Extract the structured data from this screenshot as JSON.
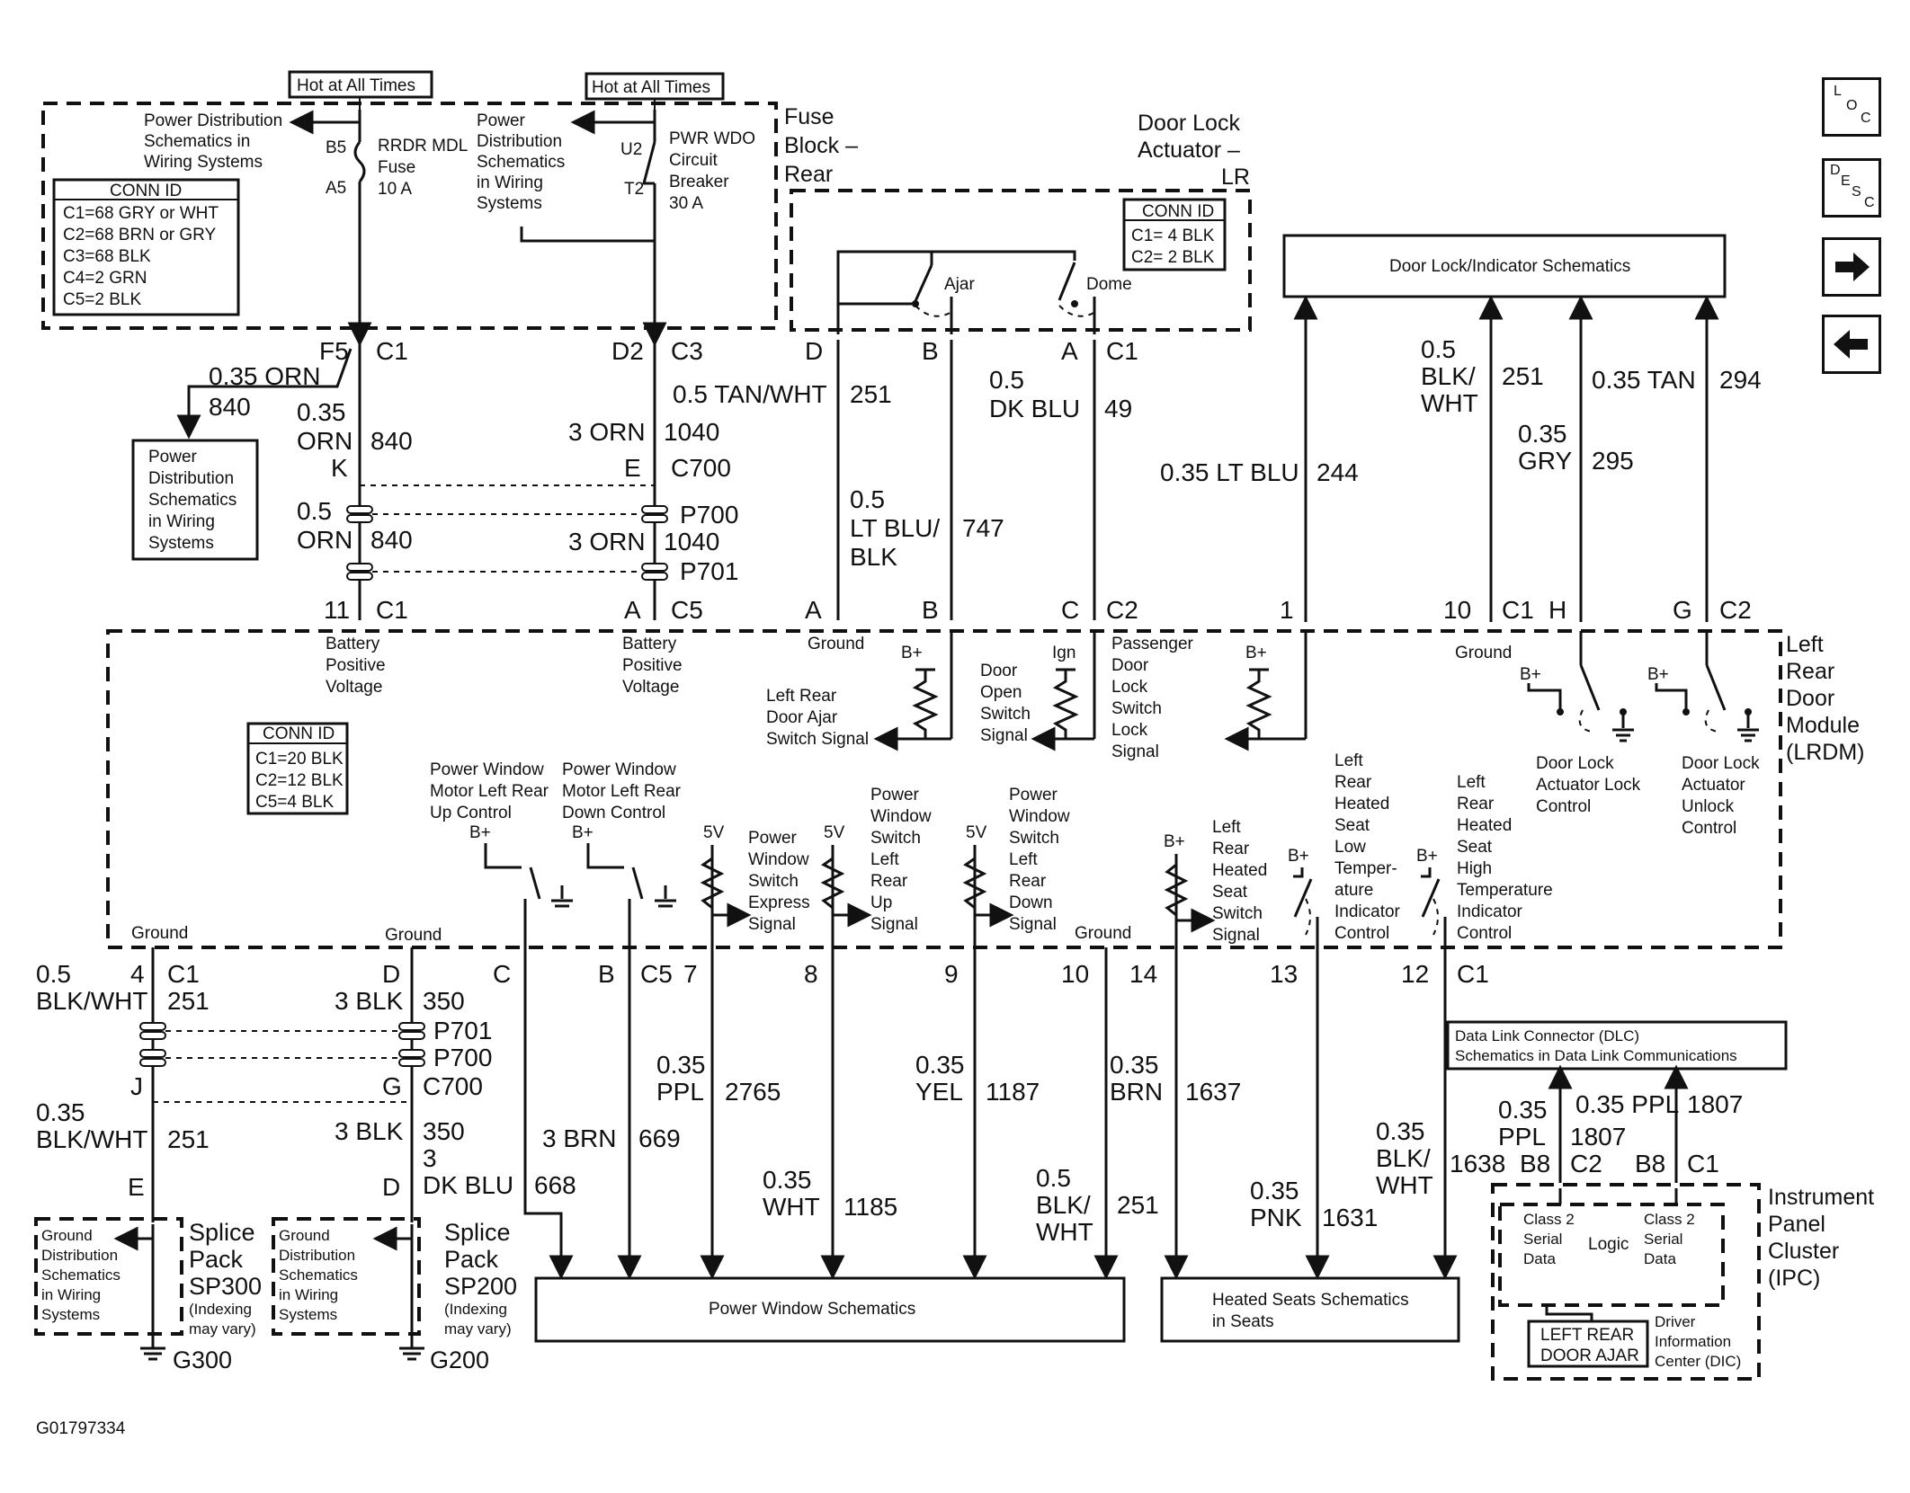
{
  "fuse_block": {
    "title": [
      "Fuse",
      "Block –",
      "Rear"
    ],
    "hot1": "Hot at All Times",
    "hot2": "Hot at All Times",
    "pd1": [
      "Power Distribution",
      "Schematics in",
      "Wiring Systems"
    ],
    "pd2": [
      "Power",
      "Distribution",
      "Schematics",
      "in Wiring",
      "Systems"
    ],
    "fuse": {
      "pin_top": "B5",
      "pin_bot": "A5",
      "text": [
        "RRDR MDL",
        "Fuse",
        "10 A"
      ]
    },
    "breaker": {
      "pin_top": "U2",
      "pin_bot": "T2",
      "text": [
        "PWR WDO",
        "Circuit",
        "Breaker",
        "30 A"
      ]
    },
    "conn_id": {
      "title": "CONN ID",
      "lines": [
        "C1=68 GRY or WHT",
        "C2=68 BRN or GRY",
        "C3=68 BLK",
        "C4=2 GRN",
        "C5=2 BLK"
      ]
    }
  },
  "actuator": {
    "title": [
      "Door Lock",
      "Actuator –",
      "LR"
    ],
    "conn_id": {
      "title": "CONN ID",
      "lines": [
        "C1= 4 BLK",
        "C2= 2 BLK"
      ]
    },
    "ajar": "Ajar",
    "dome": "Dome"
  },
  "lrdm": {
    "title": [
      "Left",
      "Rear",
      "Door",
      "Module",
      "(LRDM)"
    ],
    "conn_id": {
      "title": "CONN ID",
      "lines": [
        "C1=20 BLK",
        "C2=12 BLK",
        "C5=4 BLK"
      ]
    },
    "bpv1": [
      "Battery",
      "Positive",
      "Voltage"
    ],
    "bpv2": [
      "Battery",
      "Positive",
      "Voltage"
    ],
    "ground": "Ground",
    "bplus": "B+",
    "ign": "Ign",
    "fivev": "5V",
    "ajar_sig": [
      "Left Rear",
      "Door Ajar",
      "Switch Signal"
    ],
    "door_open": [
      "Door",
      "Open",
      "Switch",
      "Signal"
    ],
    "pass_lock": [
      "Passenger",
      "Door",
      "Lock",
      "Switch",
      "Lock",
      "Signal"
    ],
    "lock_ctl": [
      "Door Lock",
      "Actuator Lock",
      "Control"
    ],
    "unlock_ctl": [
      "Door Lock",
      "Actuator",
      "Unlock",
      "Control"
    ],
    "pw_up": [
      "Power Window",
      "Motor Left Rear",
      "Up Control"
    ],
    "pw_down": [
      "Power Window",
      "Motor Left Rear",
      "Down Control"
    ],
    "pw_exp": [
      "Power",
      "Window",
      "Switch",
      "Express",
      "Signal"
    ],
    "pw_lup": [
      "Power",
      "Window",
      "Switch",
      "Left",
      "Rear",
      "Up",
      "Signal"
    ],
    "pw_ldn": [
      "Power",
      "Window",
      "Switch",
      "Left",
      "Rear",
      "Down",
      "Signal"
    ],
    "hs_sw": [
      "Left",
      "Rear",
      "Heated",
      "Seat",
      "Switch",
      "Signal"
    ],
    "hs_low": [
      "Left",
      "Rear",
      "Heated",
      "Seat",
      "Low",
      "Temper-",
      "ature",
      "Indicator",
      "Control"
    ],
    "hs_high": [
      "Left",
      "Rear",
      "Heated",
      "Seat",
      "High",
      "Temperature",
      "Indicator",
      "Control"
    ]
  },
  "pins": {
    "F5": "F5",
    "C1": "C1",
    "D2": "D2",
    "C3": "C3",
    "K": "K",
    "E": "E",
    "C700": "C700",
    "P700": "P700",
    "P701": "P701",
    "n11": "11",
    "A": "A",
    "C5": "C5",
    "D": "D",
    "B": "B",
    "C": "C",
    "C2": "C2",
    "n1": "1",
    "n10": "10",
    "H": "H",
    "G": "G",
    "n4": "4",
    "J": "J",
    "n3": "3",
    "n7": "7",
    "n8": "8",
    "n9": "9",
    "n14": "14",
    "n13": "13",
    "n12": "12",
    "B8": "B8"
  },
  "wires": {
    "orn035": "0.35 ORN",
    "c840": "840",
    "orn035b": [
      "0.35",
      "ORN"
    ],
    "orn05": [
      "0.5",
      "ORN"
    ],
    "orn3": "3 ORN",
    "c1040": "1040",
    "tanwht": "0.5 TAN/WHT",
    "c251": "251",
    "dkblu05": [
      "0.5",
      "DK BLU"
    ],
    "c49": "49",
    "ltblublk": [
      "0.5",
      "LT BLU/",
      "BLK"
    ],
    "c747": "747",
    "ltblu035": "0.35 LT BLU",
    "c244": "244",
    "blkwht05": [
      "0.5",
      "BLK/",
      "WHT"
    ],
    "gry035": [
      "0.35",
      "GRY"
    ],
    "c295": "295",
    "tan035": "0.35 TAN",
    "c294": "294",
    "bw05": [
      "0.5",
      "BLK/WHT"
    ],
    "bw035": [
      "0.35",
      "BLK/WHT"
    ],
    "blk3": "3 BLK",
    "c350": "350",
    "dkblu3": "DK BLU",
    "c668": "668",
    "brn3": "3 BRN",
    "c669": "669",
    "ppl035": [
      "0.35",
      "PPL"
    ],
    "c2765": "2765",
    "wht035": [
      "0.35",
      "WHT"
    ],
    "c1185": "1185",
    "yel035": [
      "0.35",
      "YEL"
    ],
    "c1187": "1187",
    "bw05b": [
      "0.5",
      "BLK/",
      "WHT"
    ],
    "brn035": [
      "0.35",
      "BRN"
    ],
    "c1637": "1637",
    "pnk035": [
      "0.35",
      "PNK"
    ],
    "c1631": "1631",
    "bw035b": [
      "0.35",
      "BLK/",
      "WHT"
    ],
    "c1638": "1638",
    "ppl035b": [
      "0.35",
      "PPL"
    ],
    "c1807": "1807",
    "ppl035c": "0.35 PPL"
  },
  "lower": {
    "ground_dist": [
      "Ground",
      "Distribution",
      "Schematics",
      "in Wiring",
      "Systems"
    ],
    "sp300": [
      "Splice",
      "Pack",
      "SP300",
      "(Indexing",
      "may vary)"
    ],
    "sp200": [
      "Splice",
      "Pack",
      "SP200",
      "(Indexing",
      "may vary)"
    ],
    "g300": "G300",
    "g200": "G200",
    "pw_sch": "Power Window Schematics",
    "hs_sch": [
      "Heated Seats Schematics",
      "in Seats"
    ],
    "dl_sch": "Door Lock/Indicator Schematics",
    "dlc": [
      "Data Link Connector (DLC)",
      "Schematics in Data Link Communications"
    ],
    "ipc": [
      "Instrument",
      "Panel",
      "Cluster",
      "(IPC)"
    ],
    "class2": [
      "Class 2",
      "Serial",
      "Data"
    ],
    "logic": "Logic",
    "display": [
      "LEFT REAR",
      "DOOR AJAR"
    ],
    "dic": [
      "Driver",
      "Information",
      "Center (DIC)"
    ],
    "figure_id": "G01797334"
  },
  "nav": {
    "loc": [
      "L",
      "O",
      "C"
    ],
    "desc": [
      "D",
      "E",
      "S",
      "C"
    ]
  }
}
